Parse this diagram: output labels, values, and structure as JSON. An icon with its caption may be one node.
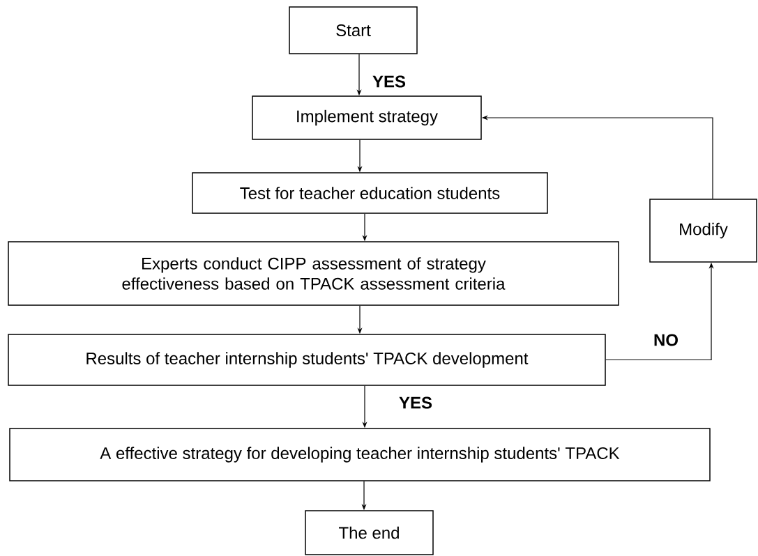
{
  "diagram": {
    "nodes": [
      {
        "text": [
          "Start"
        ]
      },
      {
        "text": [
          "Implement strategy"
        ]
      },
      {
        "text": [
          "Test for teacher education students"
        ]
      },
      {
        "text": [
          "Experts conduct CIPP assessment of strategy effectiveness based on TPACK assessment criteria"
        ]
      },
      {
        "text": [
          "Results of teacher internship students' TPACK development"
        ]
      },
      {
        "text": [
          "A effective strategy for developing teacher internship students' TPACK"
        ]
      },
      {
        "text": [
          "The end"
        ]
      },
      {
        "text": [
          "Modify"
        ]
      }
    ],
    "edges": [
      {
        "from": 0,
        "to": 1,
        "arrow": "to",
        "label": "YES"
      },
      {
        "from": 1,
        "to": 2,
        "arrow": "to"
      },
      {
        "from": 2,
        "to": 3,
        "arrow": "to"
      },
      {
        "from": 3,
        "to": 4,
        "arrow": "to"
      },
      {
        "from": 4,
        "to": 7,
        "arrow": "to",
        "label": "NO"
      },
      {
        "from": 7,
        "to": 1,
        "arrow": "to"
      },
      {
        "from": 4,
        "to": 5,
        "arrow": "to",
        "label": "YES"
      },
      {
        "from": 5,
        "to": 6,
        "arrow": "to"
      }
    ]
  }
}
